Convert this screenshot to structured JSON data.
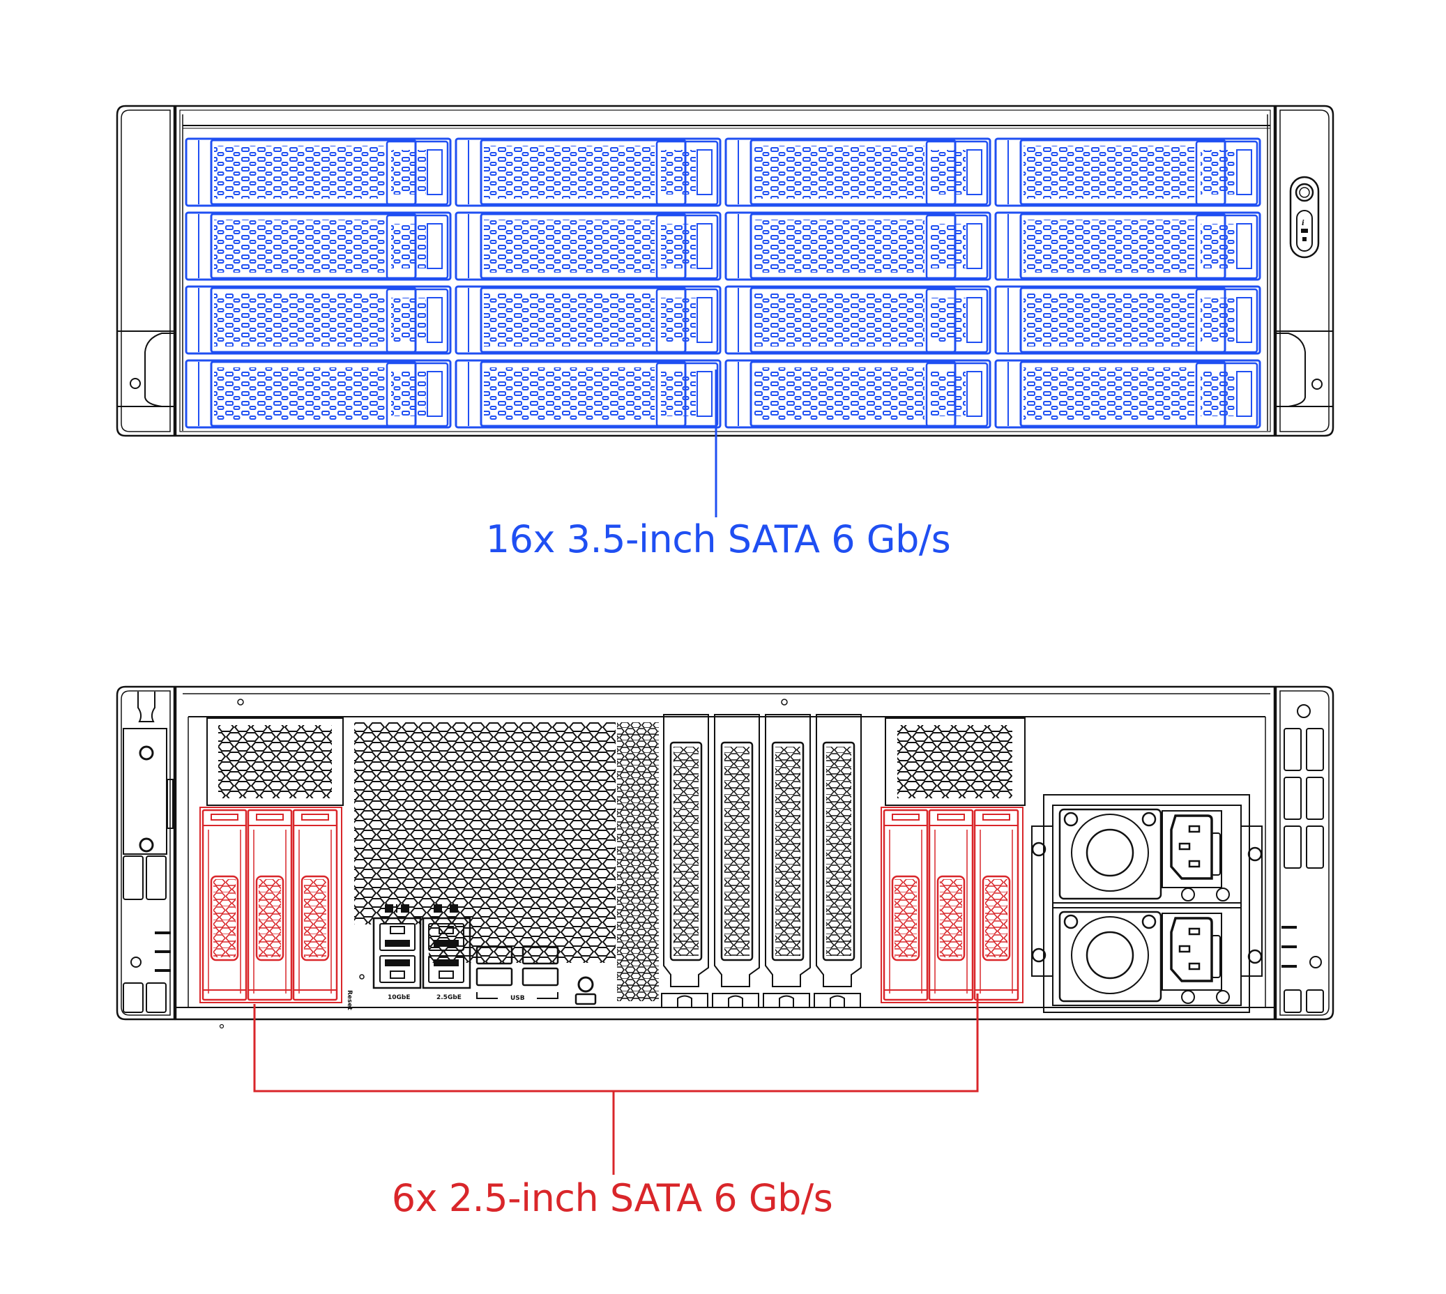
{
  "colors": {
    "front_drives": "#1f4ff2",
    "rear_drives": "#d9262a",
    "line": "#111111",
    "background": "#ffffff"
  },
  "front_view": {
    "drive_bays": {
      "rows": 4,
      "columns": 4,
      "count": 16
    },
    "callout": "16x 3.5-inch SATA 6 Gb/s",
    "panel_icons": [
      "power-button-icon",
      "info-led-icon",
      "network-led-icon",
      "hdd-led-icon"
    ]
  },
  "rear_view": {
    "drive_bays": {
      "groups": 2,
      "per_group": 3,
      "count": 6
    },
    "callout": "6x 2.5-inch SATA 6 Gb/s",
    "io_labels": {
      "reset": "Reset",
      "lan_10g": "10GbE",
      "lan_2_5g": "2.5GbE",
      "usb": "USB"
    },
    "pcie_slots": 4,
    "power_supplies": 2
  }
}
